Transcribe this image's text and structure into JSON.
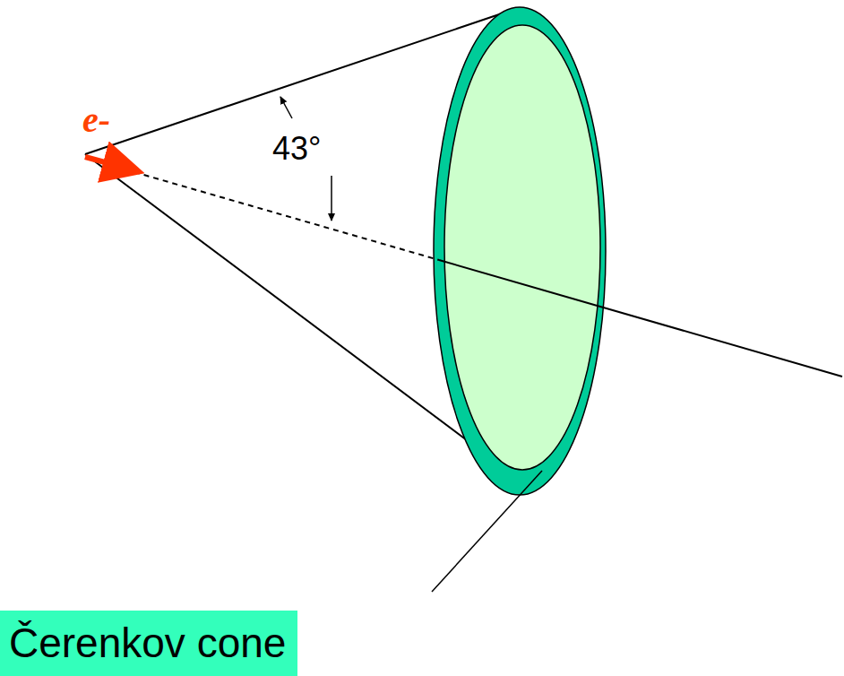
{
  "diagram": {
    "nodes": [
      {
        "text": [
          "Čerenkov cone"
        ]
      }
    ],
    "labels": [
      "e-",
      "43°"
    ]
  }
}
